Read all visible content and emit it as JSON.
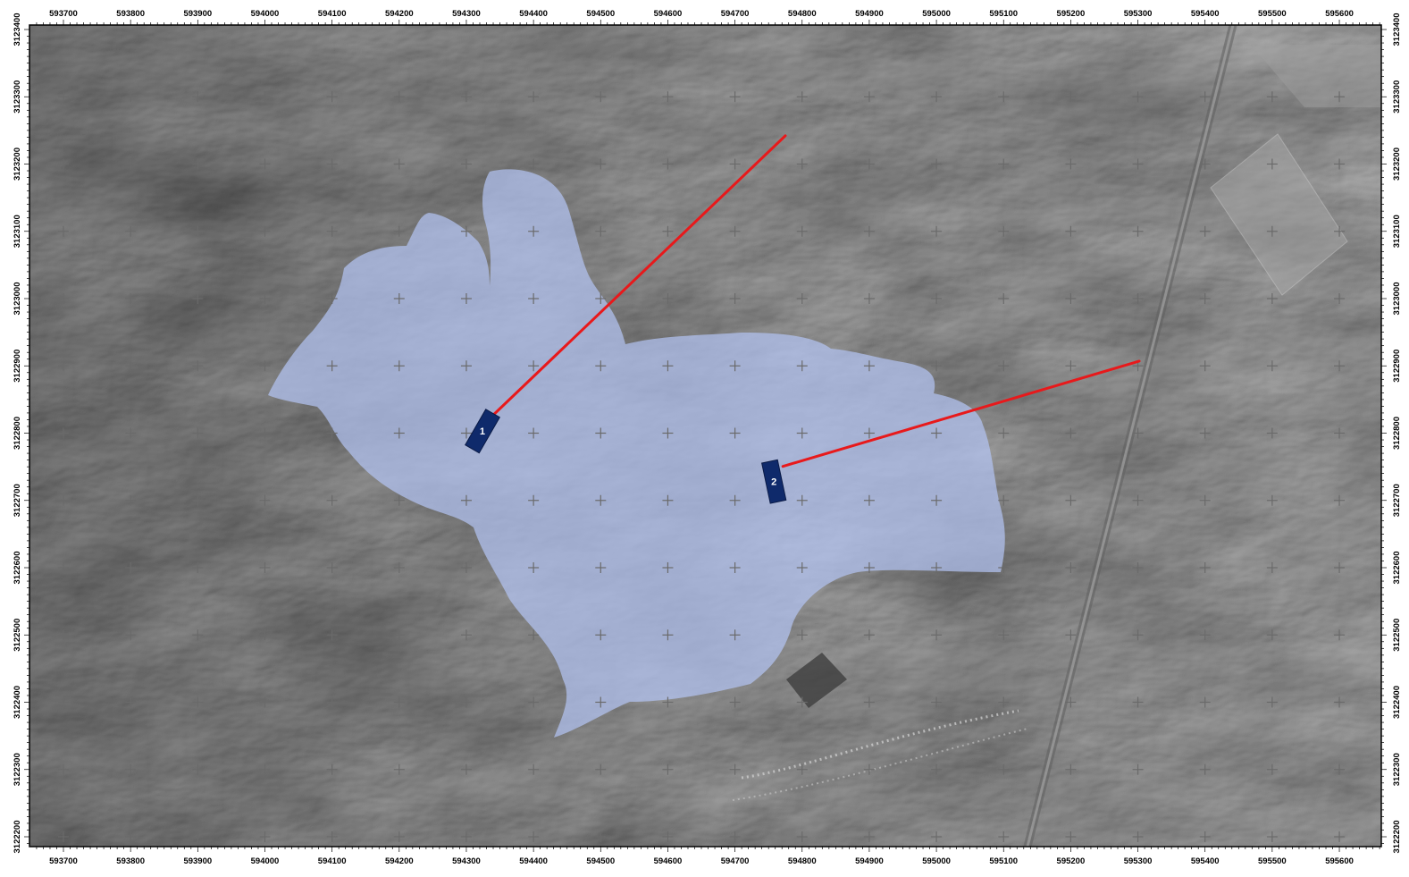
{
  "map": {
    "easting_ticks": [
      "593700",
      "593800",
      "593900",
      "594000",
      "594100",
      "594200",
      "594300",
      "594400",
      "594500",
      "594600",
      "594700",
      "594800",
      "594900",
      "595000",
      "595100",
      "595200",
      "595300",
      "595400",
      "595500",
      "595600"
    ],
    "northing_ticks": [
      "3123400",
      "3123300",
      "3123200",
      "3123100",
      "3123000",
      "3122900",
      "3122800",
      "3122700",
      "3122600",
      "3122500",
      "3122400",
      "3122300",
      "3122200"
    ],
    "grid_step_m": 100,
    "basemap": "grayscale satellite imagery of mountainous terrain",
    "colors": {
      "catchment_fill": "#b3c4f2",
      "leader_line": "#e8191b",
      "marker_fill": "#0f2a6b",
      "marker_text": "#ffffff",
      "grid_cross": "#6a6a6a",
      "frame": "#000000"
    }
  },
  "markers": [
    {
      "label": "1",
      "easting": 594324,
      "northing": 3122803,
      "line_to_easting": 594775,
      "line_to_northing": 3123242
    },
    {
      "label": "2",
      "easting": 594758,
      "northing": 3122728,
      "line_to_easting": 595302,
      "line_to_northing": 3122907
    }
  ],
  "catchment_area": {
    "shape": "irregular polygon",
    "color_name": "light blue translucent"
  }
}
